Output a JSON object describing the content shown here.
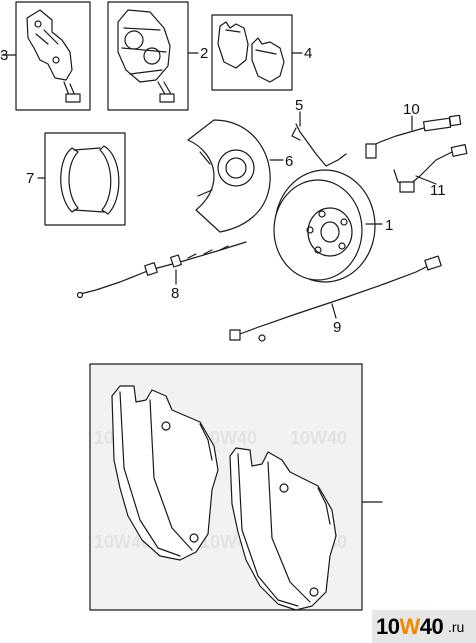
{
  "callouts": [
    "1",
    "2",
    "3",
    "4",
    "5",
    "6",
    "7",
    "8",
    "9",
    "10",
    "11"
  ],
  "watermark": "10W40",
  "logo": {
    "main_a": "10",
    "main_o": "W",
    "main_b": "40",
    "suffix": ".ru"
  },
  "colors": {
    "stroke": "#1a1a1a",
    "inset_bg": "#f2f2f2",
    "logo_accent": "#f08a00"
  }
}
